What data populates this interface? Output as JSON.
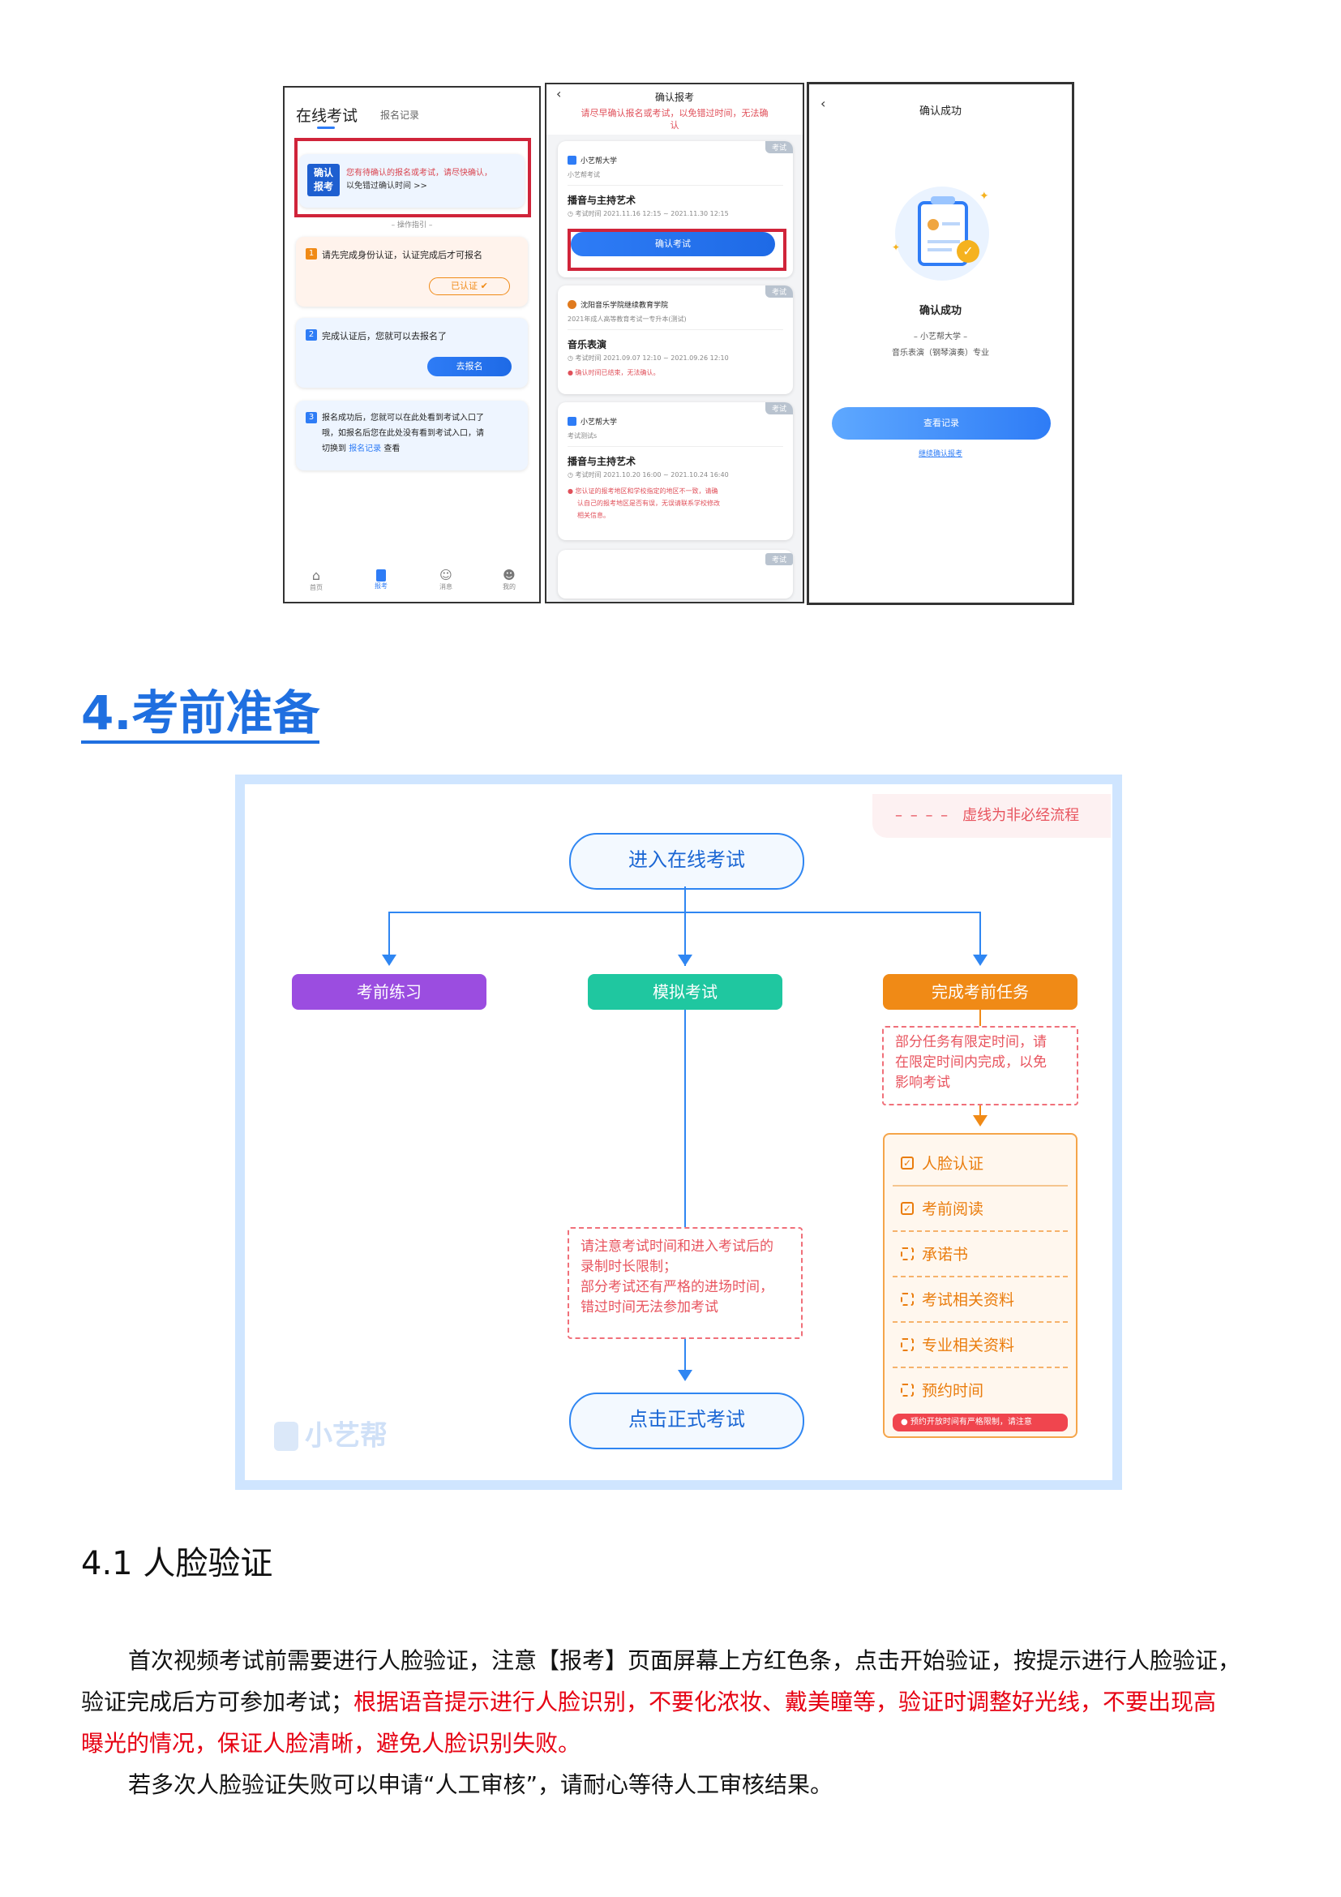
{
  "phone1": {
    "tab_active": "在线考试",
    "tab_inactive": "报名记录",
    "confirm_icon_line1": "确认",
    "confirm_icon_line2": "报考",
    "notice_line1": "您有待确认的报名或考试，请尽快确认，",
    "notice_line2": "以免错过确认时间 >>",
    "guide_title": "– 操作指引 –",
    "step1_num": "1",
    "step1_text": "请先完成身份认证，认证完成后才可报名",
    "step1_btn": "已认证",
    "step2_num": "2",
    "step2_text": "完成认证后，您就可以去报名了",
    "step2_btn": "去报名",
    "step3_num": "3",
    "step3_line1": "报名成功后，您就可以在此处看到考试入口了",
    "step3_line2": "哦，如报名后您在此处没有看到考试入口，请",
    "step3_line3_a": "切换到",
    "step3_line3_link": "报名记录",
    "step3_line3_b": "查看",
    "nav": [
      "首页",
      "报考",
      "消息",
      "我的"
    ]
  },
  "phone2": {
    "title": "确认报考",
    "warning_line1": "请尽早确认报名或考试，以免错过时间，无法确",
    "warning_line2": "认",
    "cards": [
      {
        "tag": "考试",
        "school": "小艺帮大学",
        "sub": "小艺帮考试",
        "exam": "播音与主持艺术",
        "time": "考试时间 2021.11.16 12:15 ~ 2021.11.30 12:15",
        "button": "确认考试"
      },
      {
        "tag": "考试",
        "school": "沈阳音乐学院继续教育学院",
        "sub": "2021年成人高等教育考试一专升本(测试)",
        "exam": "音乐表演",
        "time": "考试时间 2021.09.07 12:10 ~ 2021.09.26 12:10",
        "error": "确认时间已结束，无法确认。"
      },
      {
        "tag": "考试",
        "school": "小艺帮大学",
        "sub": "考试测试s",
        "exam": "播音与主持艺术",
        "time": "考试时间 2021.10.20 16:00 ~ 2021.10.24 16:40",
        "error_line1": "您认证的报考地区和学校指定的地区不一致，请确",
        "error_line2": "认自己的报考地区是否有误，无误请联系学校修改",
        "error_line3": "相关信息。"
      }
    ],
    "last_tag": "考试"
  },
  "phone3": {
    "title": "确认成功",
    "heading": "确认成功",
    "school": "– 小艺帮大学 –",
    "major": "音乐表演（钢琴演奏）专业",
    "button": "查看记录",
    "link": "继续确认报考"
  },
  "section4": {
    "heading": "4.考前准备"
  },
  "flowchart": {
    "legend_dash": "– – – –",
    "legend_text": "虚线为非必经流程",
    "start": "进入在线考试",
    "branch_practice": "考前练习",
    "branch_mock": "模拟考试",
    "branch_tasks": "完成考前任务",
    "task_note_lines": [
      "部分任务有限定时间，请",
      "在限定时间内完成，以免",
      "影响考试"
    ],
    "tasks": [
      {
        "label": "人脸认证",
        "checked": true
      },
      {
        "label": "考前阅读",
        "checked": true
      },
      {
        "label": "承诺书",
        "checked": false
      },
      {
        "label": "考试相关资料",
        "checked": false
      },
      {
        "label": "专业相关资料",
        "checked": false
      },
      {
        "label": "预约时间",
        "checked": false
      }
    ],
    "task_warning": "预约开放时间有严格限制，请注意",
    "mock_note_lines": [
      "请注意考试时间和进入考试后的",
      "录制时长限制；",
      "部分考试还有严格的进场时间，",
      "错过时间无法参加考试"
    ],
    "end": "点击正式考试",
    "logo_text": "小艺帮"
  },
  "section41": {
    "heading": "4.1 人脸验证",
    "p1_a": "首次视频考试前需要进行人脸验证，注意【报考】页面屏幕上方红色条，点击开始验证，按提示进行人脸验证，",
    "p1_b": "验证完成后方可参加考试；",
    "p1_red_a": "根据语音提示进行人脸识别，不要化浓妆、戴美瞳等，验证时调整好光线，不要出现高",
    "p1_red_b": "曝光的情况，保证人脸清晰，避免人脸识别失败。",
    "p2": "若多次人脸验证失败可以申请“人工审核”，请耐心等待人工审核结果。"
  },
  "colors": {
    "blue": "#2f86f2",
    "purple": "#9b4de0",
    "teal": "#1fc7a0",
    "orange": "#f08a16",
    "red": "#e60012"
  }
}
